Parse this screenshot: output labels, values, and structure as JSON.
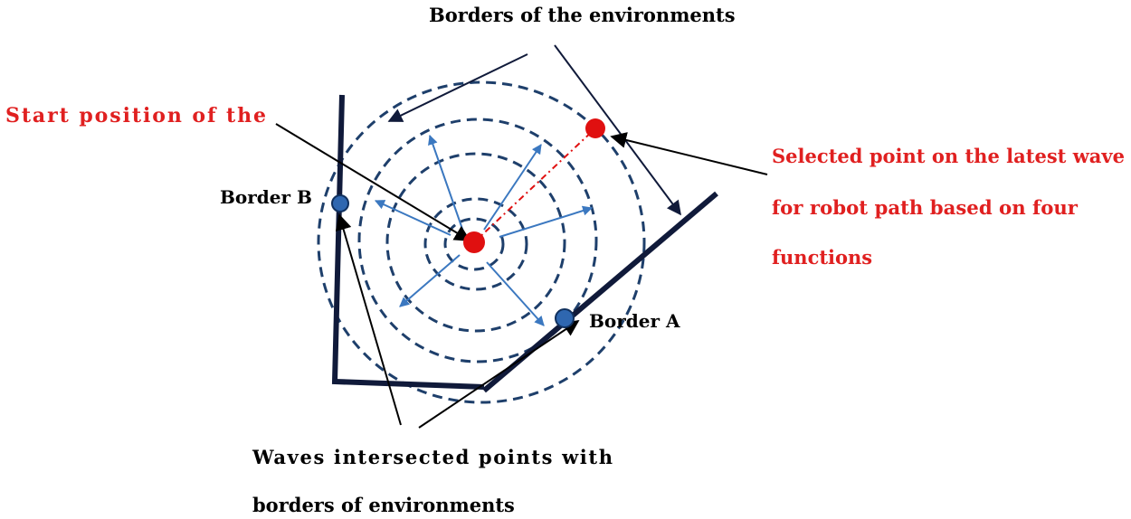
{
  "labels": {
    "borders_env": "Borders of the environments",
    "start_position": "Start position of the",
    "border_b": "Border B",
    "border_a": "Border A",
    "selected_point_line1": "Selected point on the latest wave",
    "selected_point_line2": "for robot path based on four",
    "selected_point_line3": "functions",
    "waves_line1": "Waves intersected points with",
    "waves_line2": "borders of environments"
  },
  "colors": {
    "border_line": "#101a3a",
    "wave": "#1e3f6b",
    "wave_arrow": "#3b78c0",
    "start_point": "#e01010",
    "selected_point": "#e01010",
    "intersection_point": "#2f67b0",
    "red_text": "#e02020",
    "black_text": "#000000"
  },
  "icons": {
    "start": "red-circle",
    "selected": "red-circle",
    "intersections": "blue-circle"
  }
}
